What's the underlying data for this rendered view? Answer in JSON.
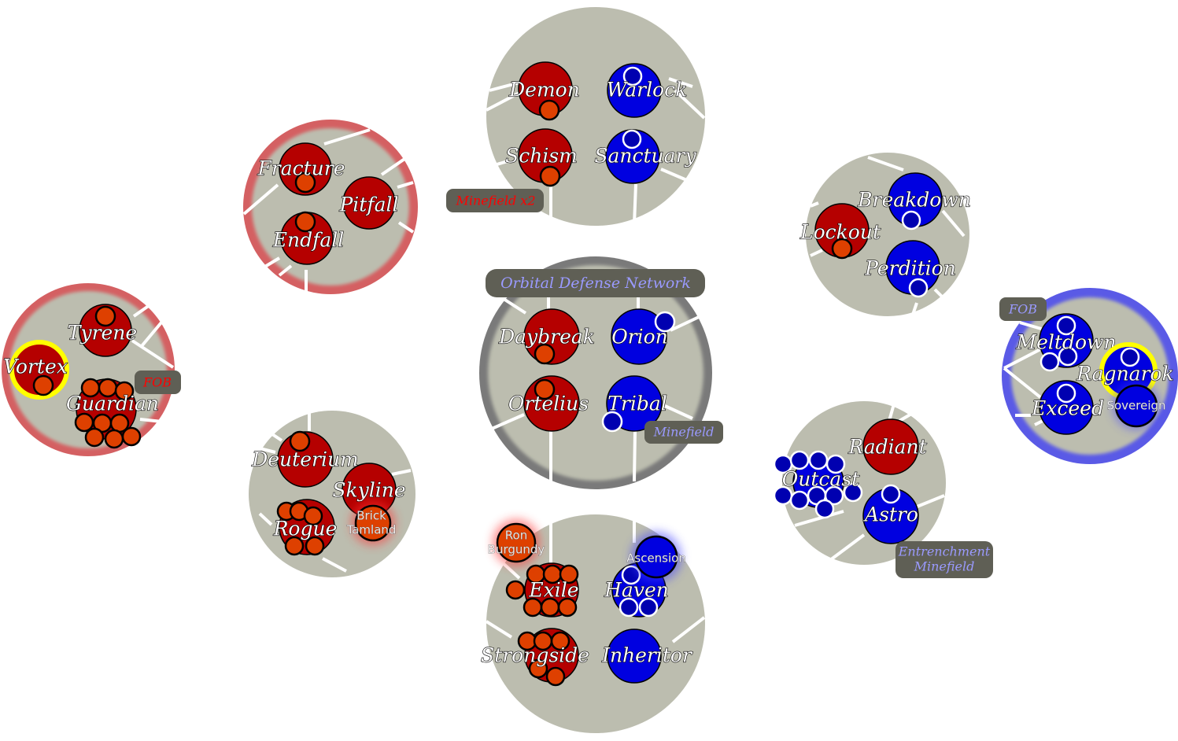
{
  "colors": {
    "sector_fill": "#bcbdaf",
    "red_team": "#b50000",
    "red_unit": "#de4000",
    "blue_team": "#0000e0",
    "blue_unit": "#0000b0",
    "red_rim": "#d46062",
    "blue_rim": "#5a5ae6",
    "neutral_rim": "#7a7a7a",
    "highlight": "#ffff00",
    "badge_bg": "#5f5f55",
    "badge_text_red": "#ff0000",
    "badge_text_blue": "#9a9aff"
  },
  "sectors": [
    {
      "id": "west",
      "owner": "red",
      "systems": [
        {
          "name": "Tyrene",
          "owner": "red",
          "units": 1
        },
        {
          "name": "Vortex",
          "owner": "red",
          "units": 1,
          "highlighted": true
        },
        {
          "name": "Guardian",
          "owner": "red",
          "units": 10
        }
      ],
      "badges": [
        {
          "text": "FOB",
          "team": "red"
        }
      ]
    },
    {
      "id": "northwest",
      "owner": "red",
      "systems": [
        {
          "name": "Fracture",
          "owner": "red",
          "units": 1
        },
        {
          "name": "Pitfall",
          "owner": "red",
          "units": 0
        },
        {
          "name": "Endfall",
          "owner": "red",
          "units": 1
        }
      ],
      "badges": []
    },
    {
      "id": "north",
      "owner": "neutral",
      "systems": [
        {
          "name": "Demon",
          "owner": "red",
          "units": 1
        },
        {
          "name": "Warlock",
          "owner": "blue",
          "units": 1
        },
        {
          "name": "Schism",
          "owner": "red",
          "units": 1
        },
        {
          "name": "Sanctuary",
          "owner": "blue",
          "units": 1
        }
      ],
      "badges": [
        {
          "text": "Minefield x2",
          "team": "red"
        }
      ]
    },
    {
      "id": "center",
      "owner": "contested",
      "systems": [
        {
          "name": "Daybreak",
          "owner": "red",
          "units": 1
        },
        {
          "name": "Orion",
          "owner": "blue",
          "units": 1
        },
        {
          "name": "Ortelius",
          "owner": "red",
          "units": 1
        },
        {
          "name": "Tribal",
          "owner": "blue",
          "units": 1
        }
      ],
      "badges": [
        {
          "text": "Orbital Defense Network",
          "team": "blue"
        },
        {
          "text": "Minefield",
          "team": "blue"
        }
      ]
    },
    {
      "id": "southwest",
      "owner": "neutral",
      "systems": [
        {
          "name": "Deuterium",
          "owner": "red",
          "units": 1
        },
        {
          "name": "Skyline",
          "owner": "red",
          "units": 0
        },
        {
          "name": "Rogue",
          "owner": "red",
          "units": 6
        }
      ],
      "badges": [],
      "squads": [
        {
          "name": "Brick Tamland",
          "team": "red"
        }
      ]
    },
    {
      "id": "south",
      "owner": "neutral",
      "systems": [
        {
          "name": "Exile",
          "owner": "red",
          "units": 7
        },
        {
          "name": "Haven",
          "owner": "blue",
          "units": 3
        },
        {
          "name": "Strongside",
          "owner": "red",
          "units": 5
        },
        {
          "name": "Inheritor",
          "owner": "blue",
          "units": 0
        }
      ],
      "badges": [],
      "squads": [
        {
          "name": "Ron Burgundy",
          "team": "red"
        },
        {
          "name": "Ascension",
          "team": "blue"
        }
      ]
    },
    {
      "id": "northeast",
      "owner": "neutral",
      "systems": [
        {
          "name": "Breakdown",
          "owner": "blue",
          "units": 1
        },
        {
          "name": "Lockout",
          "owner": "red",
          "units": 1
        },
        {
          "name": "Perdition",
          "owner": "blue",
          "units": 1
        }
      ],
      "badges": []
    },
    {
      "id": "east",
      "owner": "blue",
      "systems": [
        {
          "name": "Meltdown",
          "owner": "blue",
          "units": 4
        },
        {
          "name": "Ragnarok",
          "owner": "blue",
          "units": 1,
          "highlighted": true
        },
        {
          "name": "Exceed",
          "owner": "blue",
          "units": 1
        }
      ],
      "badges": [
        {
          "text": "FOB",
          "team": "blue"
        }
      ],
      "squads": [
        {
          "name": "Sovereign",
          "team": "blue"
        }
      ]
    },
    {
      "id": "southeast",
      "owner": "neutral",
      "systems": [
        {
          "name": "Radiant",
          "owner": "red",
          "units": 0
        },
        {
          "name": "Outcast",
          "owner": "blue",
          "units": 11
        },
        {
          "name": "Astro",
          "owner": "blue",
          "units": 1
        }
      ],
      "badges": [
        {
          "text": "Entrenchment",
          "text2": "Minefield",
          "team": "blue"
        }
      ]
    }
  ]
}
